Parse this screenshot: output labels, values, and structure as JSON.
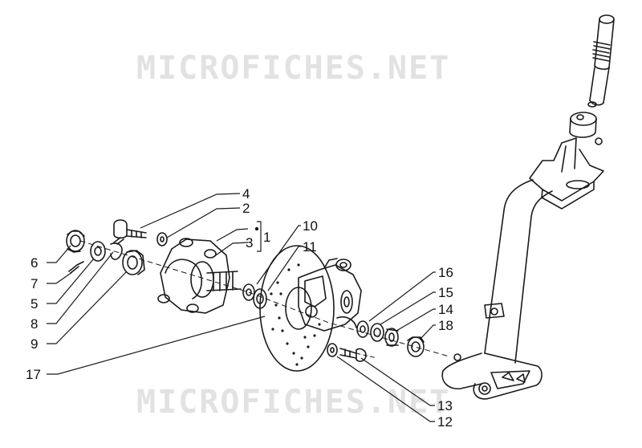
{
  "watermark": {
    "top": "MICROFICHES.NET",
    "bottom": "MICROFICHES.NET"
  },
  "callouts": {
    "c1": "1",
    "c2": "2",
    "c3": "3",
    "c4": "4",
    "c5": "5",
    "c6": "6",
    "c7": "7",
    "c8": "8",
    "c9": "9",
    "c10": "10",
    "c11": "11",
    "c12": "12",
    "c13": "13",
    "c14": "14",
    "c15": "15",
    "c16": "16",
    "c17": "17",
    "c18": "18"
  },
  "colors": {
    "line": "#1a1a1a",
    "watermark": "#e2e2e2",
    "background": "#ffffff"
  }
}
